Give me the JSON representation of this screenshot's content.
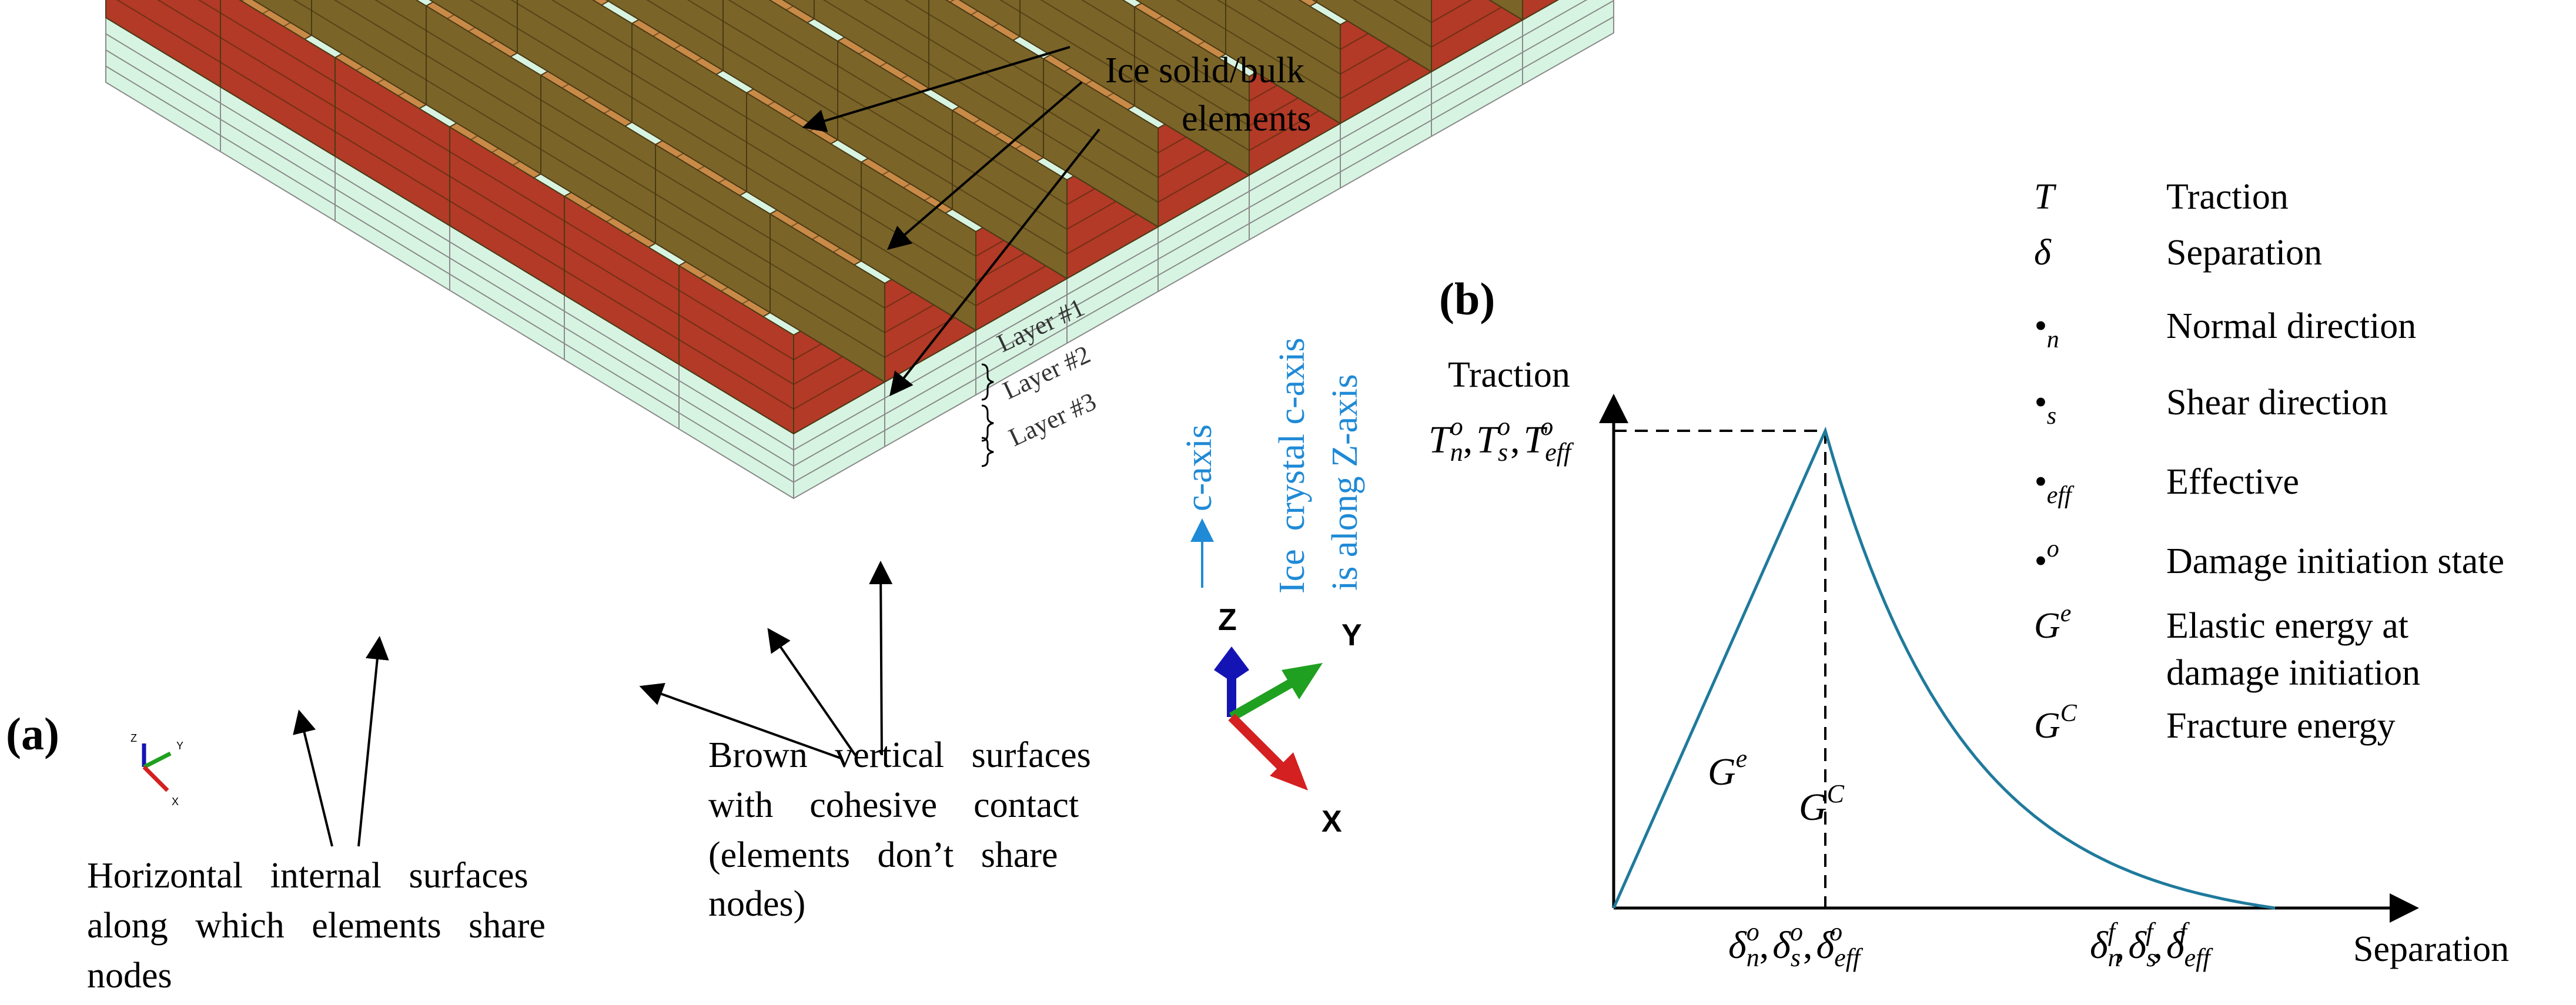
{
  "panel_a": {
    "label": "(a)",
    "annotations": {
      "ice_bulk_line1": "Ice solid/bulk",
      "ice_bulk_line2": "elements",
      "layer1": "Layer #1",
      "layer2": "Layer #2",
      "layer3": "Layer #3",
      "brown_line1": "Brown   vertical   surfaces",
      "brown_line2": "with    cohesive    contact",
      "brown_line3": "(elements   don’t   share",
      "brown_line4": "nodes)",
      "horiz_line1": "Horizontal   internal   surfaces",
      "horiz_line2": "along   which   elements   share",
      "horiz_line3": "nodes"
    },
    "small_triad": {
      "z": "Z",
      "y": "Y",
      "x": "X"
    }
  },
  "axis_block": {
    "c_axis": "c-axis",
    "note_line1": "Ice  crystal c-axis",
    "note_line2": "is along Z-axis",
    "z": "Z",
    "y": "Y",
    "x": "X"
  },
  "panel_b": {
    "label": "(b)",
    "y_axis_label": "Traction",
    "x_axis_label": "Separation",
    "peak_label_parts": {
      "T": "T",
      "n": "n",
      "s": "s",
      "eff": "eff",
      "o": "o",
      "comma": ","
    },
    "delta_o_parts": {
      "d": "δ",
      "n": "n",
      "s": "s",
      "eff": "eff",
      "o": "o",
      "comma": ","
    },
    "delta_f_parts": {
      "d": "δ",
      "n": "n",
      "s": "s",
      "eff": "eff",
      "f": "f",
      "comma": ","
    },
    "region_labels": {
      "G": "G",
      "e": "e",
      "C": "C"
    },
    "legend": [
      {
        "symbol": "T",
        "sub": "",
        "sup": "",
        "text": "Traction"
      },
      {
        "symbol": "δ",
        "sub": "",
        "sup": "",
        "text": "Separation"
      },
      {
        "symbol": "•",
        "sub": "n",
        "sup": "",
        "text": "Normal direction"
      },
      {
        "symbol": "•",
        "sub": "s",
        "sup": "",
        "text": "Shear direction"
      },
      {
        "symbol": "•",
        "sub": "eff",
        "sup": "",
        "text": "Effective"
      },
      {
        "symbol": "•",
        "sub": "",
        "sup": "o",
        "text": "Damage initiation state"
      },
      {
        "symbol": "G",
        "sub": "",
        "sup": "e",
        "text": "Elastic energy at"
      },
      {
        "symbol": "",
        "sub": "",
        "sup": "",
        "text": "damage initiation"
      },
      {
        "symbol": "G",
        "sub": "",
        "sup": "C",
        "text": "Fracture energy"
      }
    ],
    "chart_data": {
      "type": "line",
      "title": "",
      "xlabel": "Separation",
      "ylabel": "Traction",
      "curve_shape": "bilinear-exponential",
      "points": [
        {
          "x": "0",
          "y": "0"
        },
        {
          "x": "δ_n^o, δ_s^o, δ_eff^o",
          "y": "T_n^o, T_s^o, T_eff^o"
        },
        {
          "x": "δ_n^f, δ_s^f, δ_eff^f",
          "y": "0"
        }
      ],
      "colors": {
        "curve": "#1f7a9c",
        "axes": "#000000"
      }
    }
  },
  "colors": {
    "ice_face": "#d7f4e2",
    "ice_edge": "#8a8a8a",
    "brown_light": "#c98a48",
    "brown_dark": "#7a6428",
    "cohesive_red": "#b23a26",
    "caption_blue": "#1f8ad6",
    "z_blue": "#1414b4",
    "y_green": "#20a020",
    "x_red": "#d42020"
  }
}
